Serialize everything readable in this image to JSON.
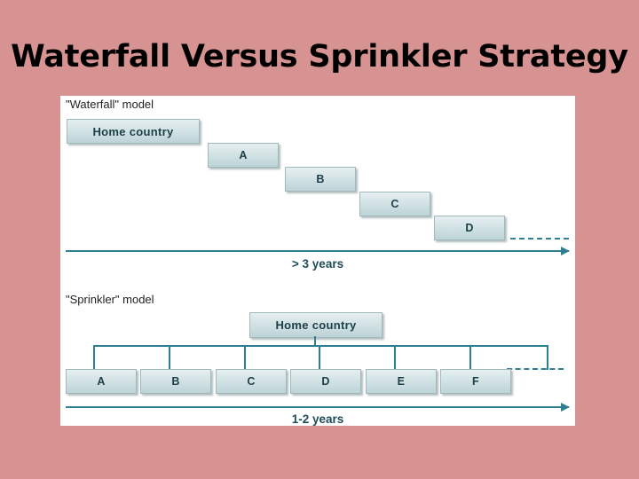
{
  "slide": {
    "title": "Waterfall Versus Sprinkler Strategy",
    "background_color": "#d79292",
    "panel_color": "#ffffff"
  },
  "diagram": {
    "waterfall": {
      "caption": "\"Waterfall\" model",
      "boxes": [
        {
          "label": "Home country",
          "wide": true
        },
        {
          "label": "A",
          "wide": false
        },
        {
          "label": "B",
          "wide": false
        },
        {
          "label": "C",
          "wide": false
        },
        {
          "label": "D",
          "wide": false
        }
      ],
      "timeline_label": "> 3 years"
    },
    "sprinkler": {
      "caption": "\"Sprinkler\" model",
      "parent_box": {
        "label": "Home country",
        "wide": true
      },
      "boxes": [
        {
          "label": "A"
        },
        {
          "label": "B"
        },
        {
          "label": "C"
        },
        {
          "label": "D"
        },
        {
          "label": "E"
        },
        {
          "label": "F"
        }
      ],
      "timeline_label": "1-2 years"
    },
    "colors": {
      "accent": "#2e7f92",
      "box_fill": "#cfe0e3",
      "box_text": "#1c3f47",
      "caption_text": "#231f20"
    }
  }
}
